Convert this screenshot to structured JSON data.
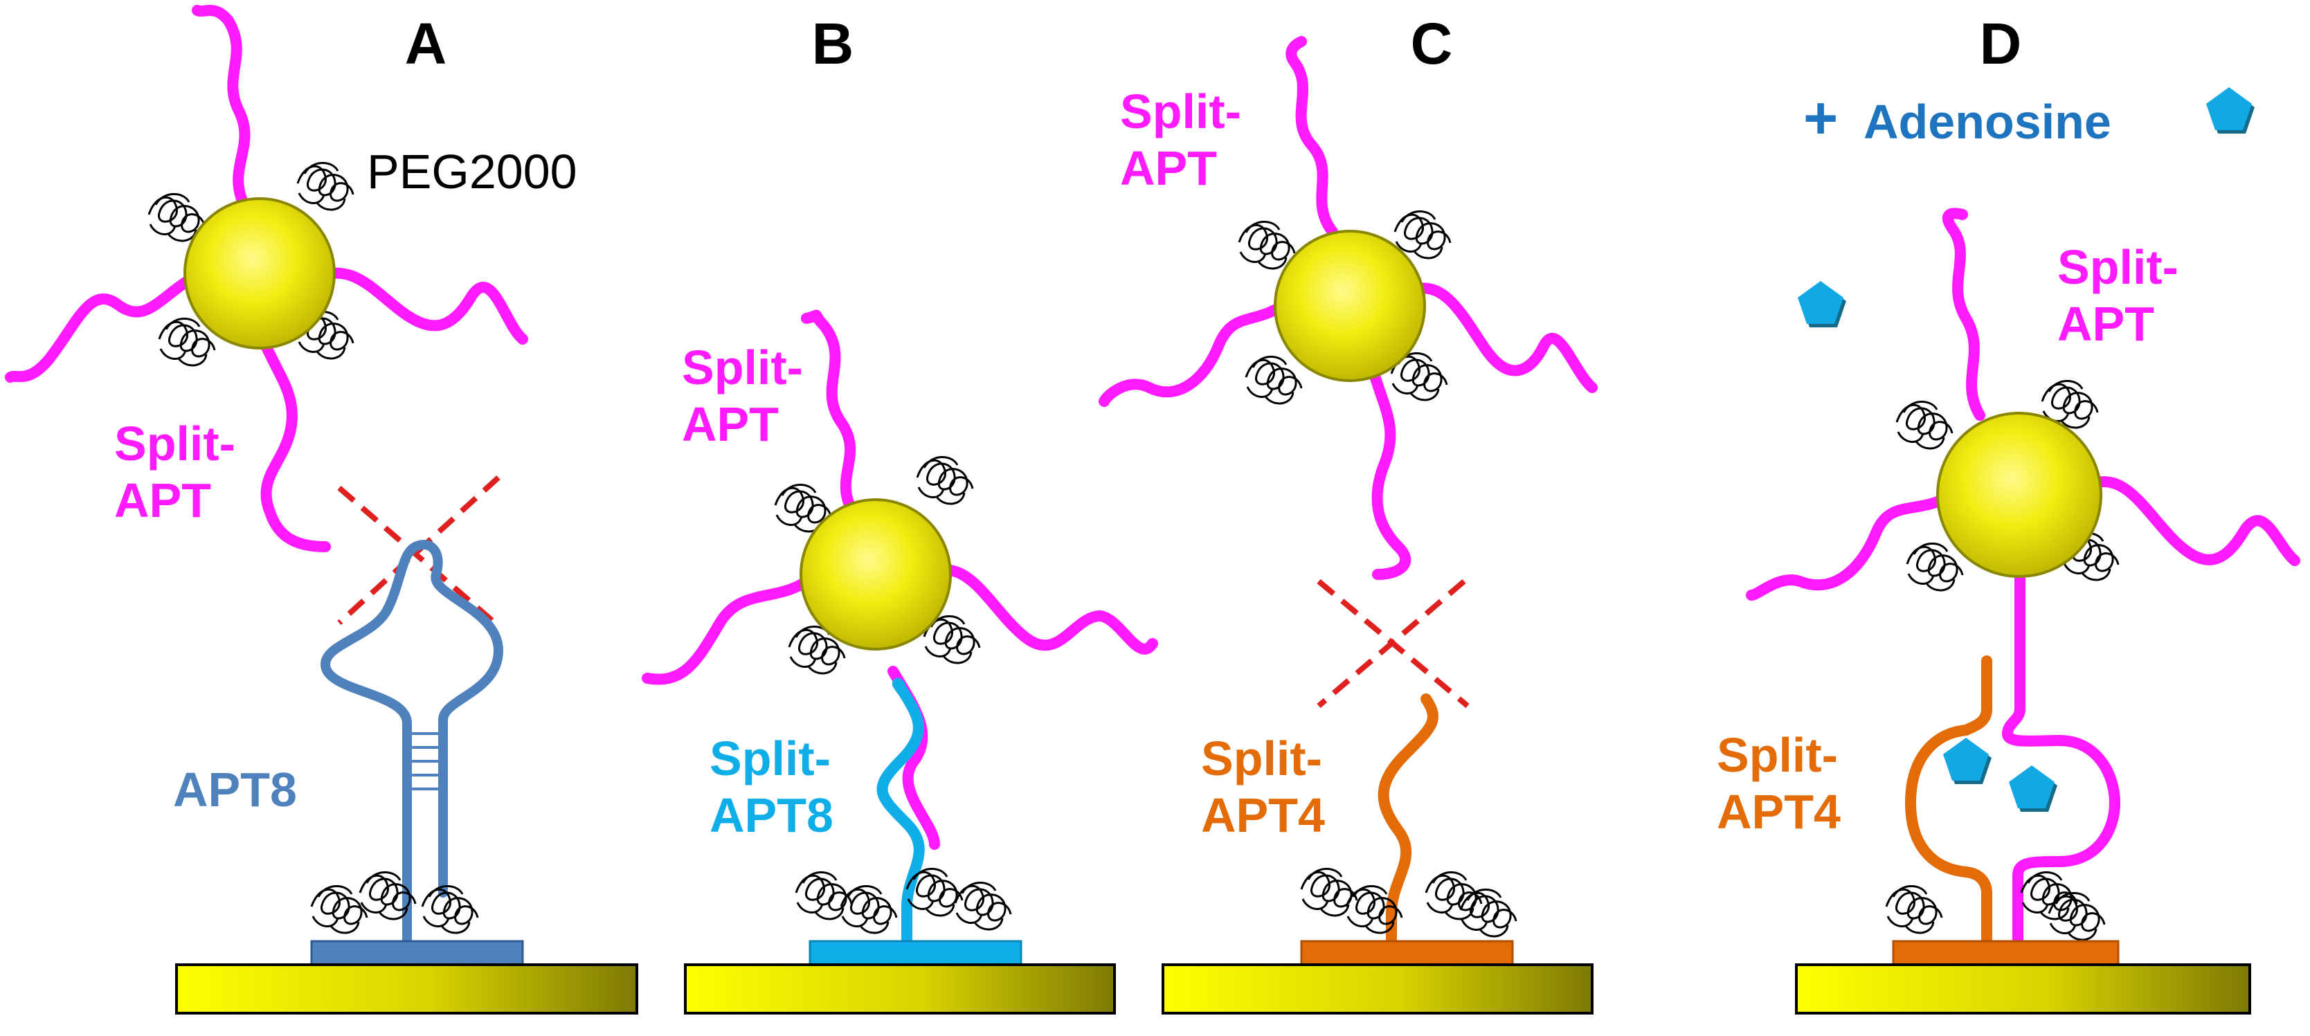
{
  "panels": [
    {
      "letter": "A",
      "peg_label": "PEG2000",
      "particle_label": [
        "Split-",
        "APT"
      ],
      "surface_label": [
        "APT8"
      ]
    },
    {
      "letter": "B",
      "particle_label": [
        "Split-",
        "APT"
      ],
      "surface_label": [
        "Split-",
        "APT8"
      ]
    },
    {
      "letter": "C",
      "particle_label": [
        "Split-",
        "APT"
      ],
      "surface_label": [
        "Split-",
        "APT4"
      ]
    },
    {
      "letter": "D",
      "plus": "+",
      "adenosine": "Adenosine",
      "particle_label": [
        "Split-",
        "APT"
      ],
      "surface_label": [
        "Split-",
        "APT4"
      ]
    }
  ],
  "colors": {
    "magenta": "#ff1aff",
    "apt8": "#4f81bd",
    "split_apt8": "#10aee8",
    "split_apt4": "#e36c09",
    "adenosine": "#1f74c0",
    "cross": "#e0201e",
    "gold": "#e8e200"
  },
  "icons": [
    "gold-nanoparticle-icon",
    "peg-coil-icon",
    "gold-substrate-icon",
    "adenosine-pentagon-icon",
    "cross-mark-icon"
  ]
}
